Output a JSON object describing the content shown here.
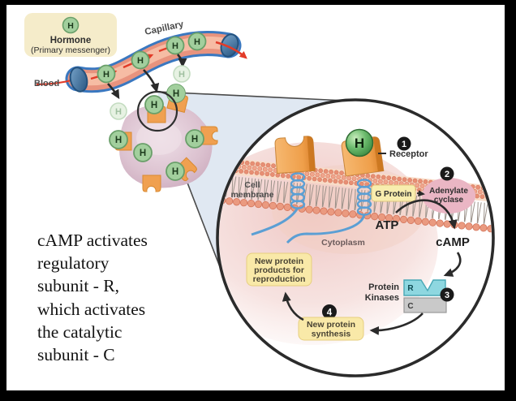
{
  "symbols": {
    "h": "H"
  },
  "hormone_legend": {
    "symbol": "H",
    "title": "Hormone",
    "subtitle": "(Primary messenger)"
  },
  "vessel": {
    "capillary_label": "Capillary",
    "blood_label": "Blood"
  },
  "magnified_view": {
    "cell_membrane_line1": "Cell",
    "cell_membrane_line2": "membrane",
    "cytoplasm_label": "Cytoplasm",
    "atp_label": "ATP",
    "camp_label": "cAMP",
    "g_protein_label": "G Protein",
    "steps": {
      "receptor": {
        "num": "1",
        "label": "Receptor"
      },
      "adenylate": {
        "num": "2",
        "line1": "Adenylate",
        "line2": "cyclase"
      },
      "kinases": {
        "num": "3",
        "line1": "Protein",
        "line2": "Kinases",
        "r_subunit": "R",
        "c_subunit": "C"
      },
      "synthesis": {
        "num": "4",
        "line1": "New protein",
        "line2": "synthesis"
      }
    },
    "products_box": {
      "line1": "New protein",
      "line2": "products for",
      "line3": "reproduction"
    }
  },
  "caption": {
    "lines": [
      "cAMP activates",
      "regulatory",
      "subunit - R,",
      "which activates",
      "the catalytic",
      "subunit - C"
    ]
  },
  "colors": {
    "frame": "#000000",
    "capillary_fill": "#f2a795",
    "capillary_outline": "#3a78c0",
    "end_cap_blue": "#2c5f8e",
    "hormone_green": "#59b25c",
    "hormone_circle_light": "#a2cf9d",
    "membrane_bead": "#ea9a80",
    "receptor_orange": "#f0a050",
    "adenylate_pink": "#eab6c4",
    "g_protein_yellow": "#f8edae",
    "box_yellow": "#f9e9a8",
    "r_subunit_cyan": "#8ed7e0",
    "c_subunit_gray": "#c9c9c9",
    "cone_blue": "#dbe4f0",
    "cell_mauve": "#d3b4c6",
    "cytoplasm_pink": "#efc5c3",
    "arrow_red": "#e23b28",
    "arrow_black": "#2a2a2a",
    "legend_tan": "#f5ecca"
  }
}
